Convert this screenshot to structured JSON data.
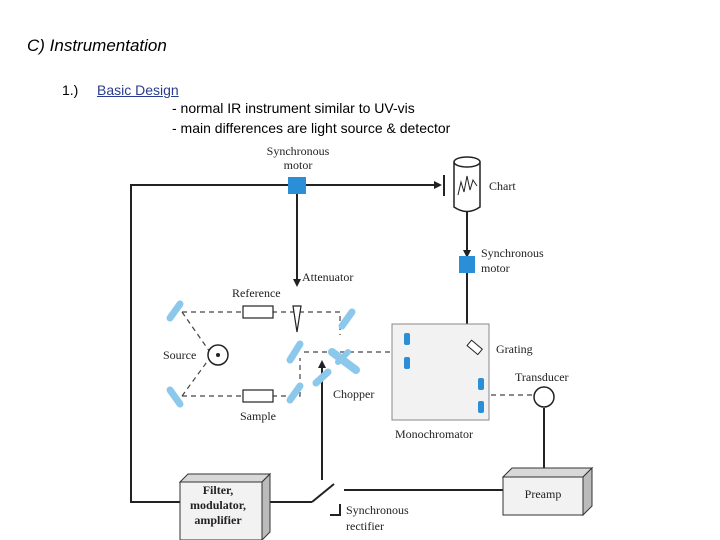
{
  "heading": "C) Instrumentation",
  "item_number": "1.)",
  "item_title": "Basic Design",
  "bullets": [
    "- normal IR instrument similar to UV-vis",
    "- main differences are light source & detector"
  ],
  "diagram": {
    "labels": {
      "sync_motor_top_1": "Synchronous",
      "sync_motor_top_2": "motor",
      "chart": "Chart",
      "sync_motor_right_1": "Synchronous",
      "sync_motor_right_2": "motor",
      "attenuator": "Attenuator",
      "reference": "Reference",
      "source": "Source",
      "sample": "Sample",
      "chopper": "Chopper",
      "grating": "Grating",
      "transducer": "Transducer",
      "monochromator": "Monochromator",
      "preamp": "Preamp",
      "filter_1": "Filter,",
      "filter_2": "modulator,",
      "filter_3": "amplifier",
      "rectifier_1": "Synchronous",
      "rectifier_2": "rectifier"
    },
    "colors": {
      "motor": "#2a8fd6",
      "mirror": "#8cc8ec",
      "line": "#222222",
      "box_fill": "#f2f2f2"
    }
  }
}
